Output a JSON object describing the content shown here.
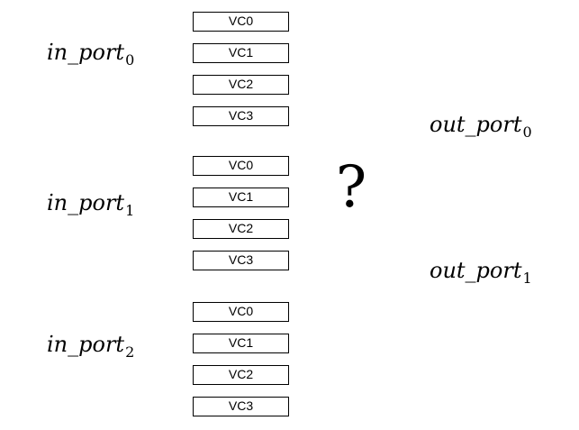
{
  "input_ports": [
    {
      "name": "in_port",
      "index": "0",
      "vcs": [
        "VC0",
        "VC1",
        "VC2",
        "VC3"
      ]
    },
    {
      "name": "in_port",
      "index": "1",
      "vcs": [
        "VC0",
        "VC1",
        "VC2",
        "VC3"
      ]
    },
    {
      "name": "in_port",
      "index": "2",
      "vcs": [
        "VC0",
        "VC1",
        "VC2",
        "VC3"
      ]
    }
  ],
  "output_ports": [
    {
      "name": "out_port",
      "index": "0"
    },
    {
      "name": "out_port",
      "index": "1"
    }
  ],
  "unknown_symbol": "?"
}
